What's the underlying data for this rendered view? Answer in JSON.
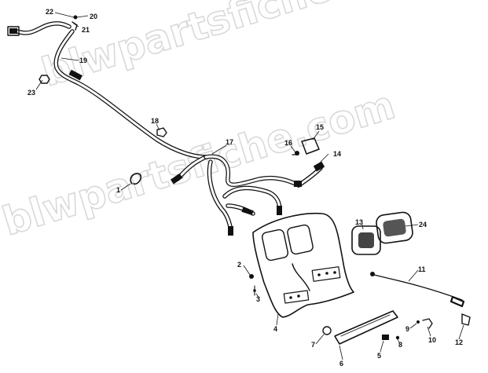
{
  "watermark": "blwpartsfiche.com",
  "callouts": [
    {
      "id": "22",
      "label": "22"
    },
    {
      "id": "20",
      "label": "20"
    },
    {
      "id": "21",
      "label": "21"
    },
    {
      "id": "19",
      "label": "19"
    },
    {
      "id": "23",
      "label": "23"
    },
    {
      "id": "18",
      "label": "18"
    },
    {
      "id": "17",
      "label": "17"
    },
    {
      "id": "15",
      "label": "15"
    },
    {
      "id": "16",
      "label": "16"
    },
    {
      "id": "14",
      "label": "14"
    },
    {
      "id": "1",
      "label": "1"
    },
    {
      "id": "13",
      "label": "13"
    },
    {
      "id": "24",
      "label": "24"
    },
    {
      "id": "11",
      "label": "11"
    },
    {
      "id": "2",
      "label": "2"
    },
    {
      "id": "3",
      "label": "3"
    },
    {
      "id": "4",
      "label": "4"
    },
    {
      "id": "9",
      "label": "9"
    },
    {
      "id": "10",
      "label": "10"
    },
    {
      "id": "12",
      "label": "12"
    },
    {
      "id": "7",
      "label": "7"
    },
    {
      "id": "5",
      "label": "5"
    },
    {
      "id": "8",
      "label": "8"
    },
    {
      "id": "6",
      "label": "6"
    }
  ]
}
